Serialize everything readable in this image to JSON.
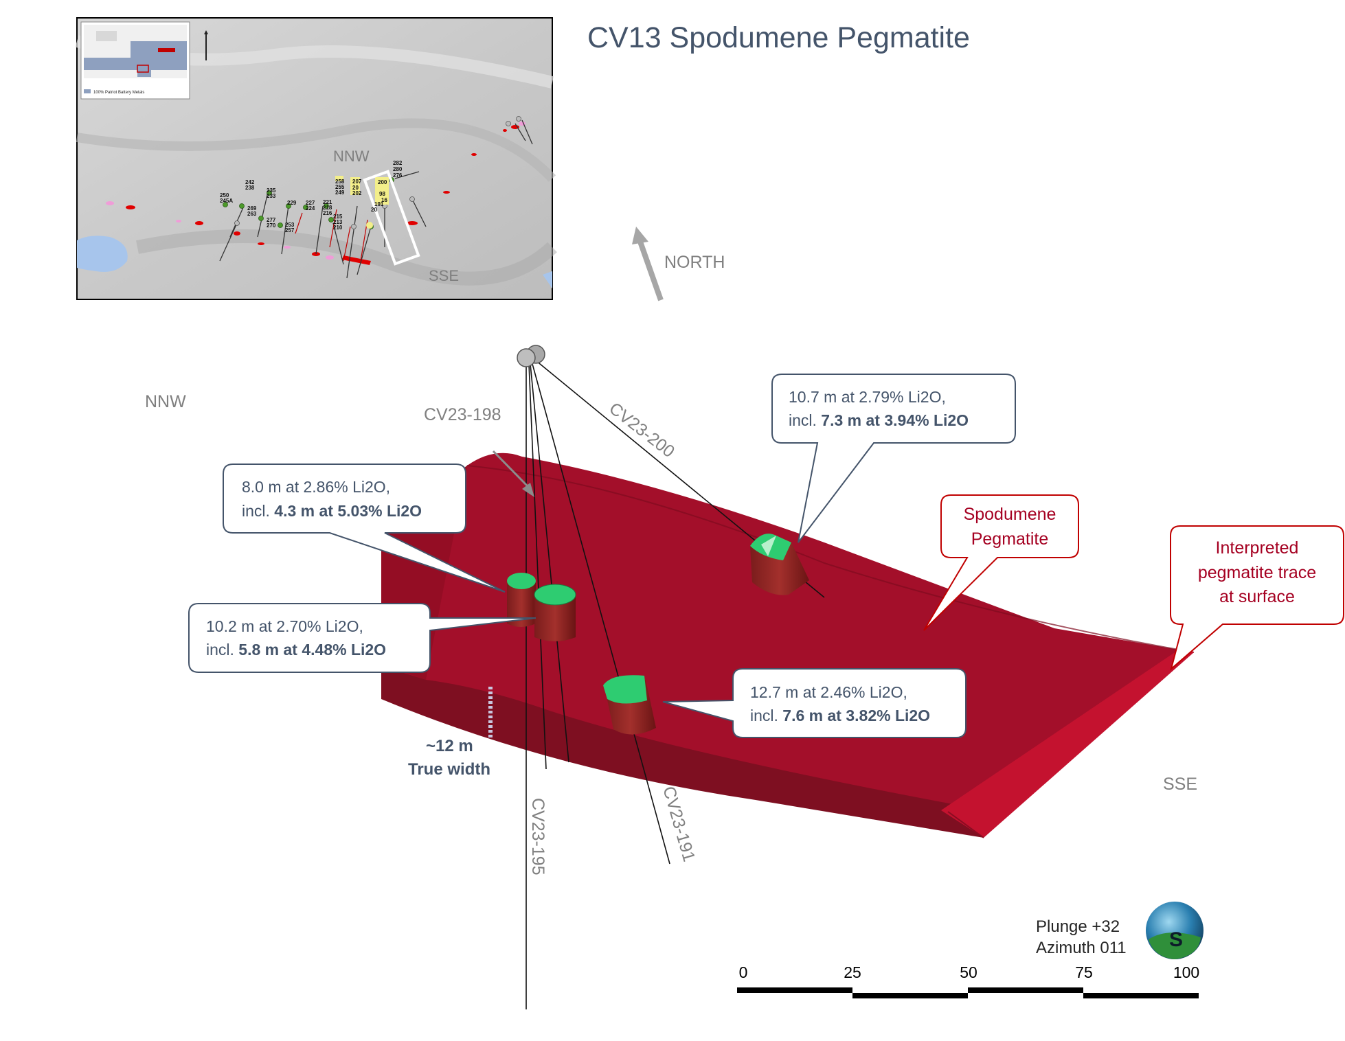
{
  "title": "CV13 Spodumene Pegmatite",
  "north_label": "NORTH",
  "section_labels": {
    "nnw": "NNW",
    "sse": "SSE"
  },
  "inset_map": {
    "section_labels": {
      "nnw": "NNW",
      "sse": "SSE"
    },
    "legend_text": "100% Patriot Battery Metals",
    "hole_labels": [
      "250",
      "245A",
      "242",
      "238",
      "269",
      "263",
      "235",
      "233",
      "277",
      "270",
      "229",
      "253",
      "257",
      "227",
      "224",
      "221",
      "218",
      "216",
      "215",
      "213",
      "210",
      "258",
      "255",
      "249",
      "207",
      "20",
      "202",
      "200",
      "98",
      "16",
      "191",
      "20",
      "282",
      "280",
      "276"
    ]
  },
  "drill_holes": [
    {
      "id": "CV23-198"
    },
    {
      "id": "CV23-200"
    },
    {
      "id": "CV23-195"
    },
    {
      "id": "CV23-191"
    }
  ],
  "callouts": [
    {
      "id": "cv23-200",
      "line1": "10.7 m at 2.79% Li2O,",
      "prefix": "incl. ",
      "bold": "7.3 m at 3.94% Li2O"
    },
    {
      "id": "cv23-198-a",
      "line1": "8.0 m at 2.86% Li2O,",
      "prefix": "incl. ",
      "bold": "4.3 m at 5.03% Li2O"
    },
    {
      "id": "cv23-198-b",
      "line1": "10.2 m at 2.70% Li2O,",
      "prefix": "incl. ",
      "bold": "5.8 m at 4.48% Li2O"
    },
    {
      "id": "cv23-191",
      "line1": "12.7 m at 2.46% Li2O,",
      "prefix": "incl. ",
      "bold": "7.6 m at 3.82% Li2O"
    }
  ],
  "labels": {
    "spodumene": [
      "Spodumene",
      "Pegmatite"
    ],
    "interpreted": [
      "Interpreted",
      "pegmatite trace",
      "at surface"
    ],
    "true_width": [
      "~12 m",
      "True width"
    ]
  },
  "view": {
    "plunge": "Plunge +32",
    "azimuth": "Azimuth 011",
    "globe_letter": "S"
  },
  "scale_bar": {
    "ticks": [
      "0",
      "25",
      "50",
      "75",
      "100"
    ]
  },
  "colors": {
    "pegmatite": "#a01028",
    "intercept": "#2ecc71",
    "callout_border": "#44546a",
    "label_border": "#c00000"
  }
}
